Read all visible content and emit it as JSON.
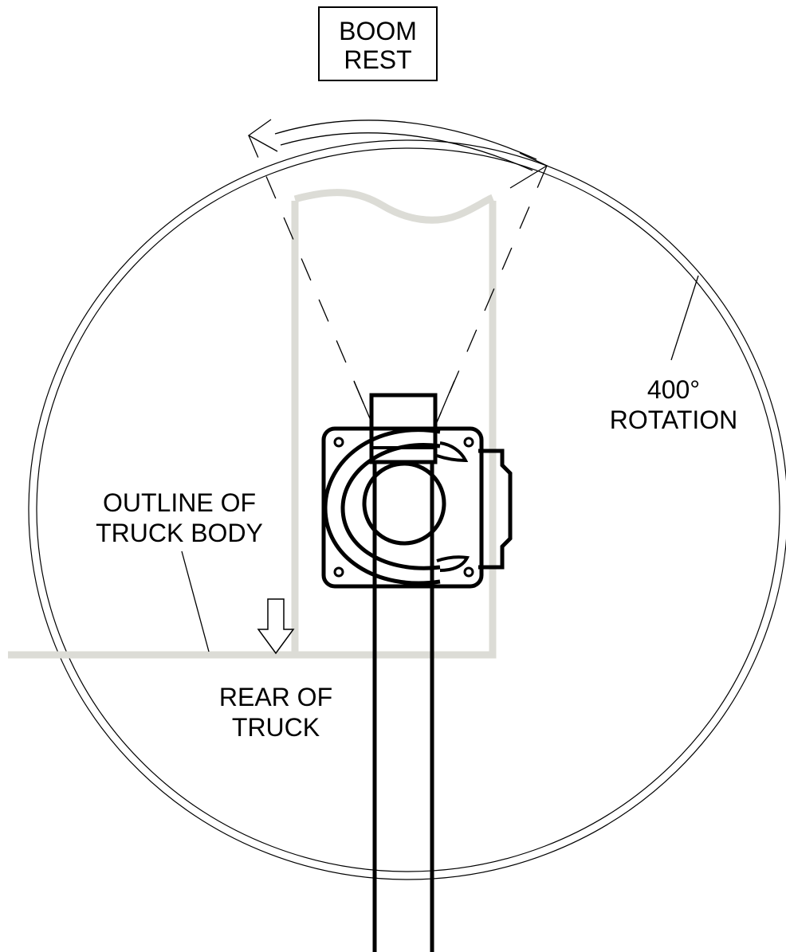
{
  "labels": {
    "boom_rest": [
      "BOOM",
      "REST"
    ],
    "rotation": [
      "400°",
      "ROTATION"
    ],
    "truck_body": [
      "OUTLINE OF",
      "TRUCK BODY"
    ],
    "rear": [
      "REAR OF",
      "TRUCK"
    ]
  },
  "colors": {
    "line": "#000000",
    "truck_outline": "#dcdcd6",
    "background": "#ffffff"
  }
}
